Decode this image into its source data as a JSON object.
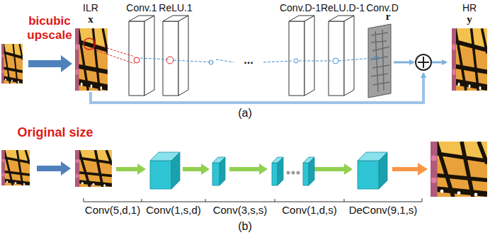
{
  "diagram": {
    "labels": [
      "bicubic upscale",
      "ILR",
      "x",
      "Conv.1",
      "ReLU.1",
      "...",
      "Conv.D-1",
      "ReLU.D-1",
      "Conv.D",
      "r",
      "HR",
      "y",
      "(a)",
      "Original size",
      "Conv(5,d,1)",
      "Conv(1,s,d)",
      "Conv(3,s,s)",
      "Conv(1,d,s)",
      "DeConv(9,1,s)",
      "(b)"
    ]
  }
}
